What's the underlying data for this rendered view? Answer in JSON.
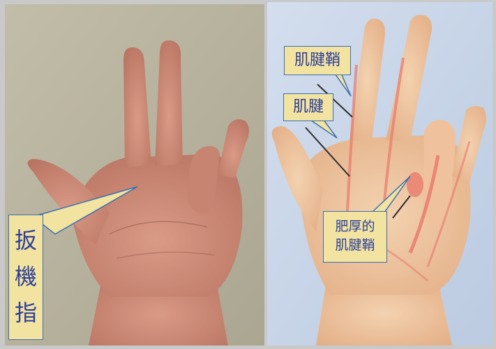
{
  "labels": {
    "trigger_finger": [
      "扳",
      "機",
      "指"
    ],
    "tendon_sheath": "肌腱鞘",
    "tendon": "肌腱",
    "thickened_sheath": [
      "肥厚的",
      "肌腱鞘"
    ]
  },
  "colors": {
    "label_fill": "#f2e3a0",
    "label_border": "#3b6fb0",
    "label_text": "#2d3f9a",
    "photo_wall": "#b7b29f",
    "skin_photo": "#c98873",
    "illustration_bg": "#c9d6e8",
    "skin_illustration": "#eec49f",
    "inflamed": "#e8776a"
  }
}
